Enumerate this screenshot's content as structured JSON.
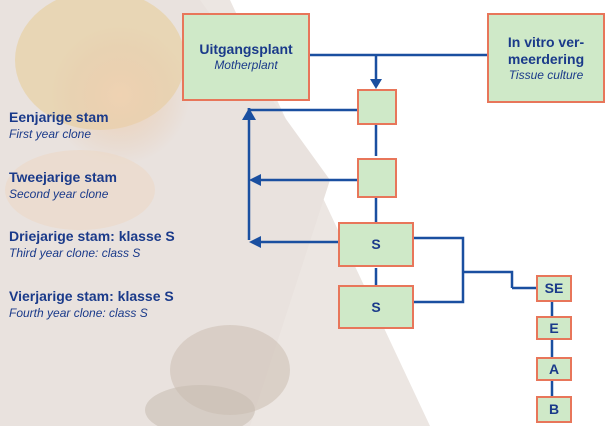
{
  "colors": {
    "line": "#1a4fa0",
    "box_fill": "#cfe9c8",
    "box_border": "#e8765a",
    "text": "#1a3a8a"
  },
  "boxes": {
    "uitgangsplant": {
      "title": "Uitgangsplant",
      "subtitle": "Motherplant"
    },
    "in_vitro": {
      "title_line1": "In vitro ver-",
      "title_line2": "meerdering",
      "subtitle": "Tissue culture"
    },
    "first_year": "",
    "second_year": "",
    "third_year": "S",
    "fourth_year": "S",
    "class_se": "SE",
    "class_e": "E",
    "class_a": "A",
    "class_b": "B"
  },
  "labels": [
    {
      "title": "Eenjarige stam",
      "subtitle": "First year clone"
    },
    {
      "title": "Tweejarige stam",
      "subtitle": "Second year clone"
    },
    {
      "title": "Driejarige stam: klasse S",
      "subtitle": "Third year clone: class S"
    },
    {
      "title": "Vierjarige stam: klasse S",
      "subtitle": "Fourth year clone: class S"
    }
  ]
}
